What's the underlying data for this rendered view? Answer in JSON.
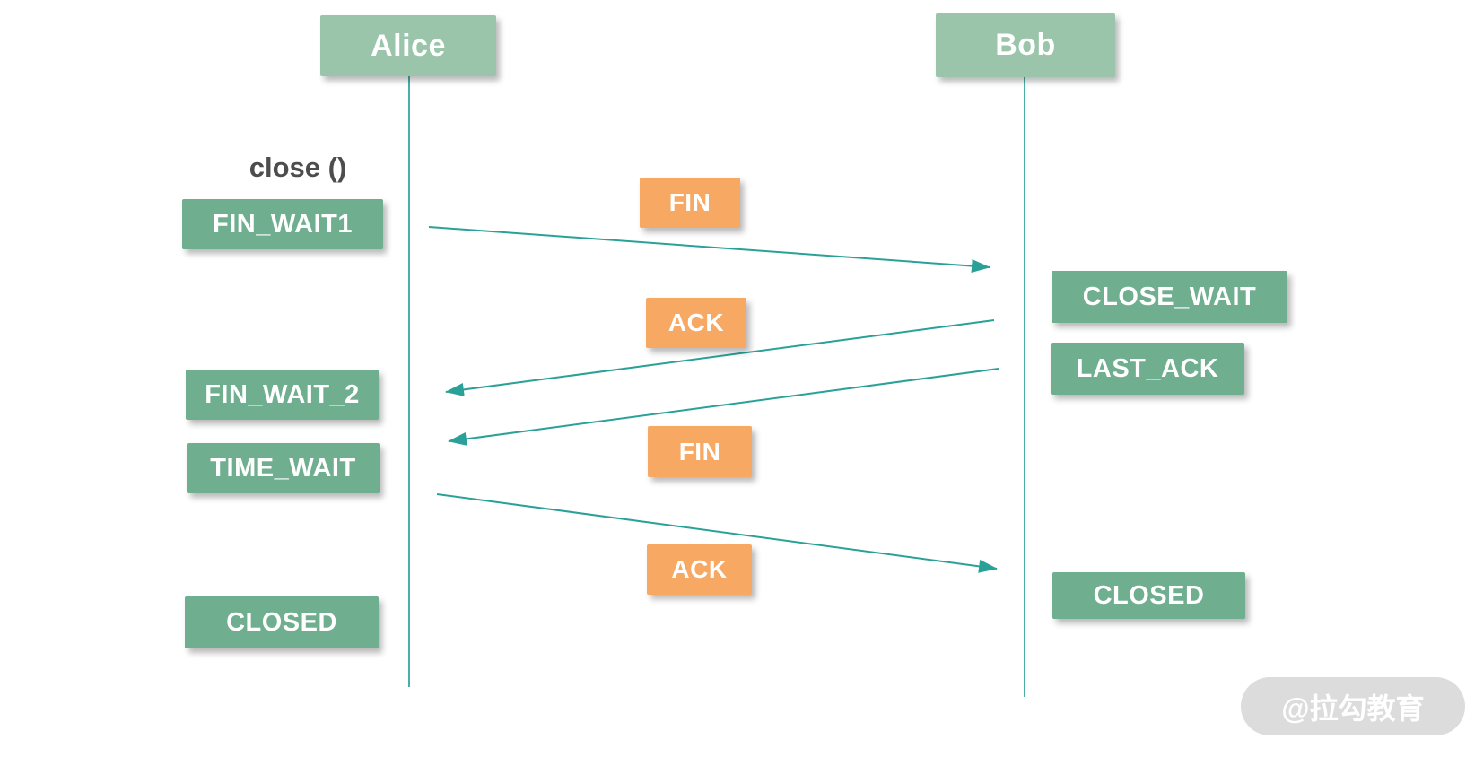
{
  "actors": [
    {
      "name": "Alice"
    },
    {
      "name": "Bob"
    }
  ],
  "annotation": "close ()",
  "states": {
    "alice": [
      "FIN_WAIT1",
      "FIN_WAIT_2",
      "TIME_WAIT",
      "CLOSED"
    ],
    "bob": [
      "CLOSE_WAIT",
      "LAST_ACK",
      "CLOSED"
    ]
  },
  "messages": [
    {
      "label": "FIN",
      "from": "Alice",
      "to": "Bob"
    },
    {
      "label": "ACK",
      "from": "Bob",
      "to": "Alice"
    },
    {
      "label": "FIN",
      "from": "Bob",
      "to": "Alice"
    },
    {
      "label": "ACK",
      "from": "Alice",
      "to": "Bob"
    }
  ],
  "watermark": "@拉勾教育",
  "colors": {
    "header_green": "#9AC5AB",
    "state_green": "#6FAE8E",
    "message_orange": "#F7A963",
    "arrow_teal": "#2AA198",
    "annotation_text": "#4D4D4D",
    "watermark_bg": "#DCDCDC",
    "watermark_text": "#FFFFFF"
  }
}
